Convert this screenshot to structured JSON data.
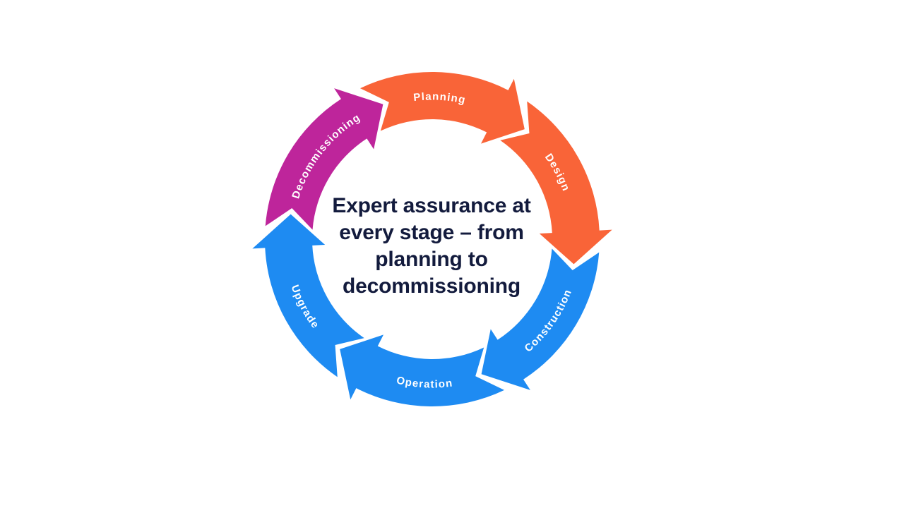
{
  "center": {
    "lines": [
      "Expert assurance at",
      "every stage – from",
      "planning to",
      "decommissioning"
    ],
    "text_color": "#131B3D"
  },
  "diagram": {
    "stages": [
      {
        "label": "Planning",
        "color": "#F96438",
        "start": -20,
        "end": 40,
        "label_angle": 3,
        "flip": false
      },
      {
        "label": "Design",
        "color": "#F96438",
        "start": 40,
        "end": 100,
        "label_angle": 62,
        "flip": false
      },
      {
        "label": "Construction",
        "color": "#1E8BF2",
        "start": 100,
        "end": 160,
        "label_angle": 125,
        "flip": true
      },
      {
        "label": "Operation",
        "color": "#1E8BF2",
        "start": 160,
        "end": 220,
        "label_angle": 183,
        "flip": true
      },
      {
        "label": "Upgrade",
        "color": "#1E8BF2",
        "start": 220,
        "end": 280,
        "label_angle": 242,
        "flip": true
      },
      {
        "label": "Decommissioning",
        "color": "#BE259B",
        "start": 280,
        "end": 340,
        "label_angle": 308,
        "flip": false
      }
    ]
  }
}
